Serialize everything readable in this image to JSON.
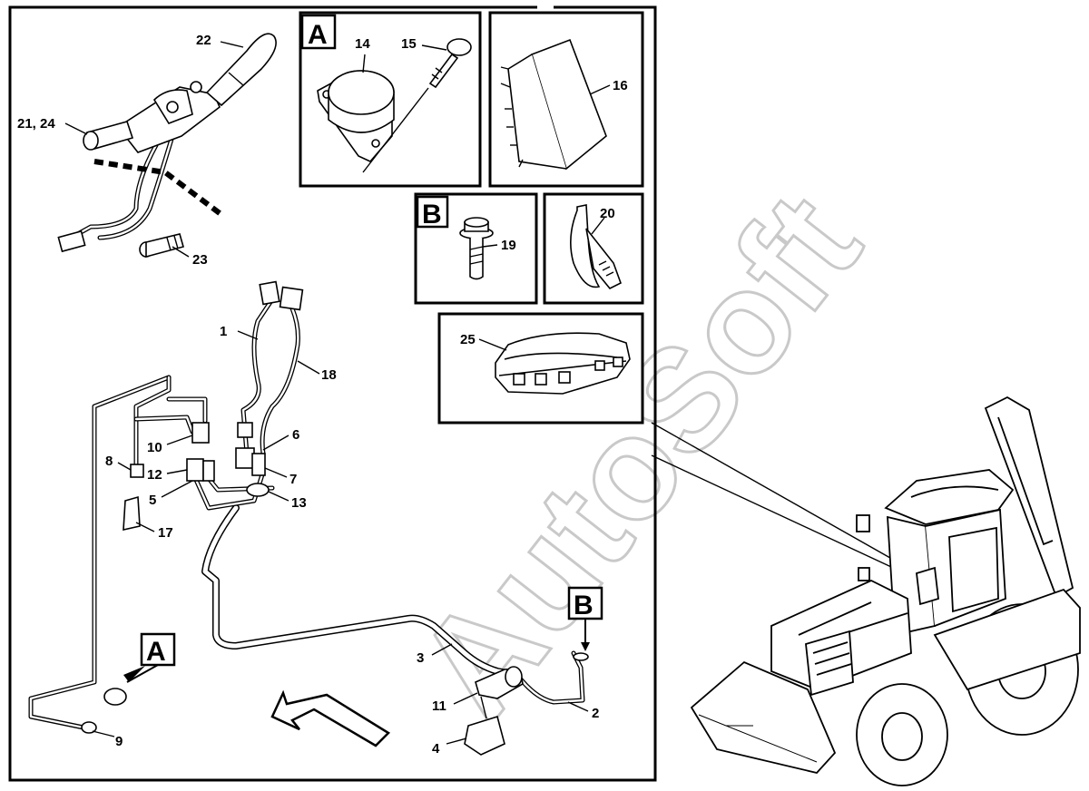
{
  "watermark": "AutoSoft",
  "detail_labels": {
    "a": "A",
    "b": "B"
  },
  "callouts": {
    "c1": "1",
    "c2": "2",
    "c3": "3",
    "c4": "4",
    "c5": "5",
    "c6": "6",
    "c7": "7",
    "c8": "8",
    "c9": "9",
    "c10": "10",
    "c11": "11",
    "c12": "12",
    "c13": "13",
    "c14": "14",
    "c15": "15",
    "c16": "16",
    "c17": "17",
    "c18": "18",
    "c19": "19",
    "c20": "20",
    "c21_24": "21, 24",
    "c22": "22",
    "c23": "23",
    "c25": "25"
  }
}
